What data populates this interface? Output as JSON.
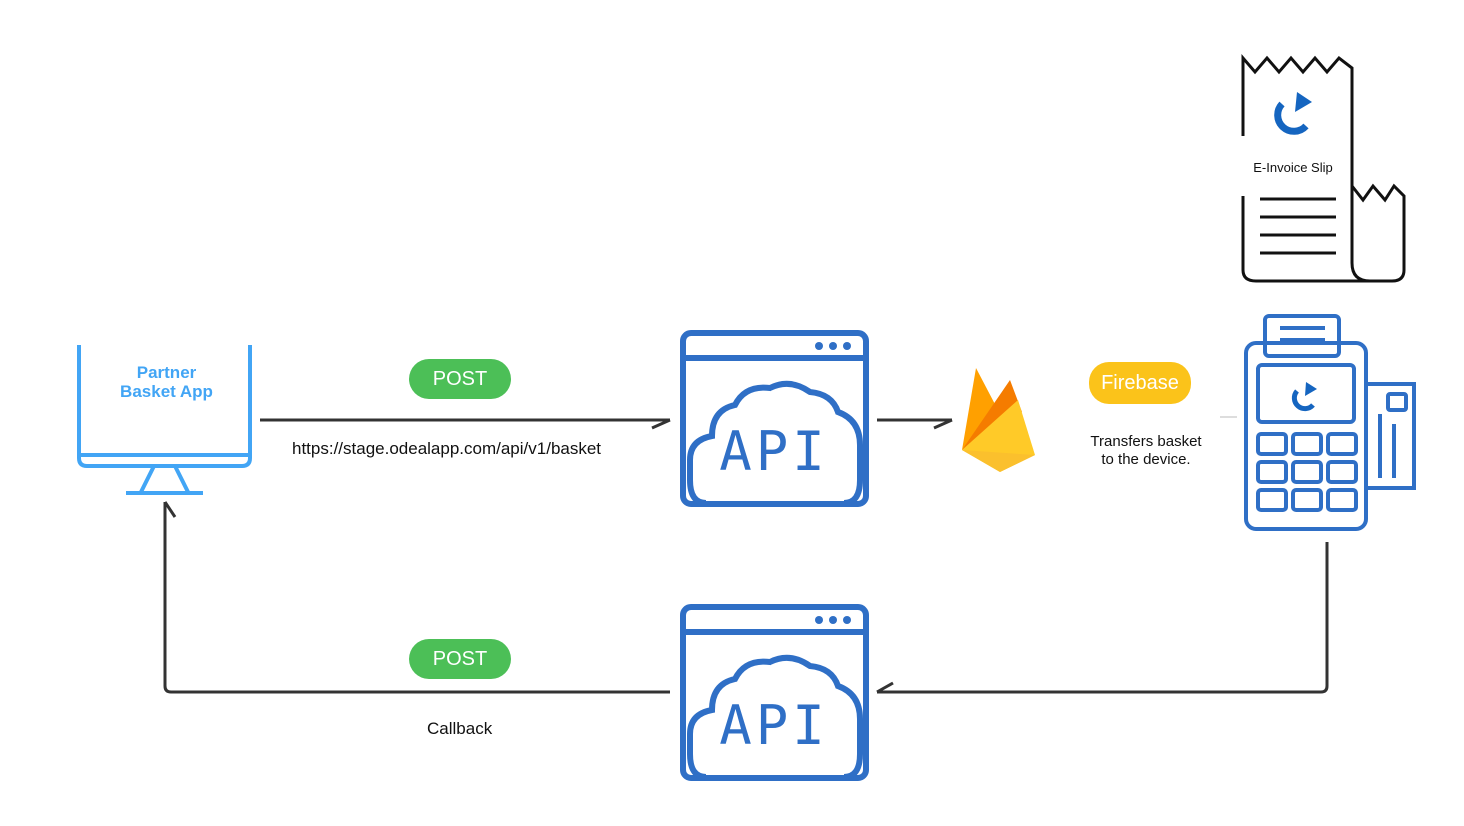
{
  "partner": {
    "line1": "Partner",
    "line2": "Basket App"
  },
  "post_label_top": "POST",
  "post_label_bottom": "POST",
  "url": "https://stage.odealapp.com/api/v1/basket",
  "callback": "Callback",
  "api_top": "API",
  "api_bottom": "API",
  "firebase_label": "Firebase",
  "transfers": {
    "line1": "Transfers basket",
    "line2": "to the device."
  },
  "slip_label": "E-Invoice Slip",
  "colors": {
    "partner_blue": "#42a5f5",
    "api_blue": "#2f6fc6",
    "post_green": "#4cbf57",
    "firebase_yellow": "#fbc31a",
    "connector": "#333333"
  },
  "icons": [
    "monitor-icon",
    "api-cloud-icon",
    "firebase-icon",
    "pos-terminal-icon",
    "receipt-icon",
    "odeal-logo-icon",
    "credit-card-icon"
  ]
}
